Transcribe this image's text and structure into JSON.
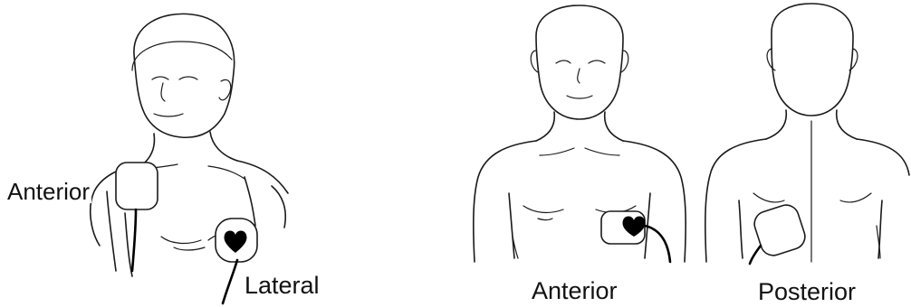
{
  "labels": {
    "figure1_anterior": "Anterior",
    "figure1_lateral": "Lateral",
    "figure2_anterior": "Anterior",
    "figure3_posterior": "Posterior"
  },
  "colors": {
    "ink": "#1a1a1a",
    "background": "#ffffff"
  },
  "icons": {
    "pad_marker": "heart-icon"
  }
}
